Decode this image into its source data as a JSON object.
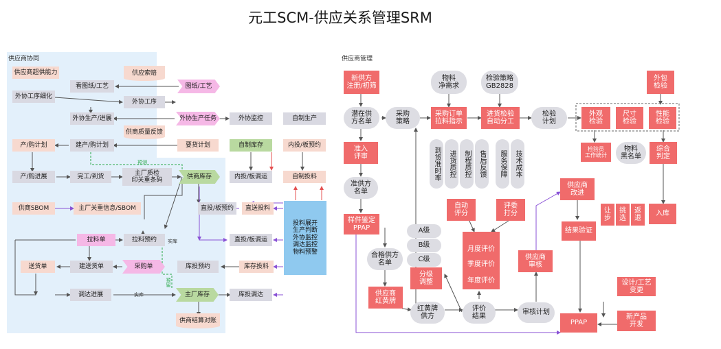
{
  "title": "元工SCM-供应关系管理SRM",
  "left_section_label": "供应商协同",
  "right_section_label": "供应商管理",
  "colors": {
    "light_blue_bg": "#e3f0fb",
    "red": "#f06b6b",
    "blue": "#8fc9ef",
    "green": "#b9d9a0",
    "pink": "#f5b8e6",
    "arrow_purple": "#8a52d6",
    "arrow_green": "#2aa84a",
    "arrow_red": "#e45050"
  },
  "left_nodes": {
    "capacity": "供应商超供能力",
    "claim": "供应索赔",
    "drawings_view": "看图纸/工艺",
    "drawings": "图纸/工艺",
    "outsource_detail": "外协工序细化",
    "outsource_process": "外协工序",
    "outsource_progress": "外协生产/进展",
    "outsource_task": "外协生产任务",
    "outsource_monitor": "外协监控",
    "self_production": "自制生产",
    "quality_feedback": "供商质量反馈",
    "plan": "产/购计划",
    "build_plan": "建产/购计划",
    "request_plan": "要货计划",
    "self_stock": "自制库存",
    "inner_reserve": "内投/板预约",
    "progress": "产/购进展",
    "finish": "完工/到货",
    "inspection": "主厂质检\n印关重条码",
    "supplier_stock": "供商库存",
    "inner_transfer": "内投/板调运",
    "self_material": "自制投料",
    "sbom": "供商SBOM",
    "main_info": "主厂关重信息/SBOM",
    "direct_reserve": "直投/板预约",
    "direct_material": "直送投料",
    "direct_transfer": "直投/板调运",
    "monitor_box": "投料展开\n生产判断\n外协监控\n调达监控\n物料预警",
    "pull_order": "拉料单",
    "pull_reserve": "拉料预约",
    "delivery": "送货单",
    "build_delivery": "建送货单",
    "purchase_order": "采购单",
    "stock_reserve": "库投预约",
    "stock_material": "库存投料",
    "progress_transfer": "调达进展",
    "main_stock": "主厂库存",
    "stock_transfer": "库投调达",
    "settlement": "供商结算对账"
  },
  "left_edge_labels": {
    "forecast": "预测",
    "actual1": "实库",
    "actual2": "实库",
    "inventory": "预留"
  },
  "right_nodes": {
    "new_supplier": "新供方\n注册/初筛",
    "net_demand": "物料\n净需求",
    "inspect_strategy": "检验策略\nGB2828",
    "outsource_inspect": "外包\n检验",
    "potential": "潜在供\n方名单",
    "purchase_strategy": "采购\n策略",
    "po_pull": "采购订单\n拉料指示",
    "incoming_inspect": "进货检验\n自动分工",
    "inspect_plan": "检验\n计划",
    "appearance": "外观\n检验",
    "size": "尺寸\n检验",
    "performance": "性能\n检验",
    "admission": "准入\n评审",
    "inspector_stats": "检验员\n工作统计",
    "blacklist": "物料\n黑名单",
    "judgement": "综合\n判定",
    "qualified_list": "准供方\n名单",
    "supplier_improve": "供应商\n改进",
    "ppap_sample": "样件鉴定\nPPAP",
    "auto_score": "自动\n评分",
    "committee_score": "评委\n打分",
    "concession": "让\n步",
    "select": "挑\n选",
    "return": "返\n退",
    "warehouse": "入库",
    "result_verify": "结果验证",
    "grade_a": "A级",
    "grade_b": "B级",
    "grade_c": "C级",
    "qualified_supplier": "合格供方\n名单",
    "monthly": "月度评价",
    "quarterly": "季度评价",
    "yearly": "年度评价",
    "supplier_audit": "供应商\n审核",
    "grade_adjust": "分级\n调整",
    "red_yellow": "供应商\n红黄牌",
    "red_yellow_supplier": "红黄牌\n供方",
    "eval_result": "评价\n结果",
    "audit_plan": "审核计划",
    "design_change": "设计/工艺\n变更",
    "new_product": "新产品\n开发",
    "ppap": "PPAP"
  },
  "criteria": [
    "到货准时率",
    "进货质控",
    "制程质控",
    "售后反馈",
    "服务保障",
    "技术成本"
  ]
}
